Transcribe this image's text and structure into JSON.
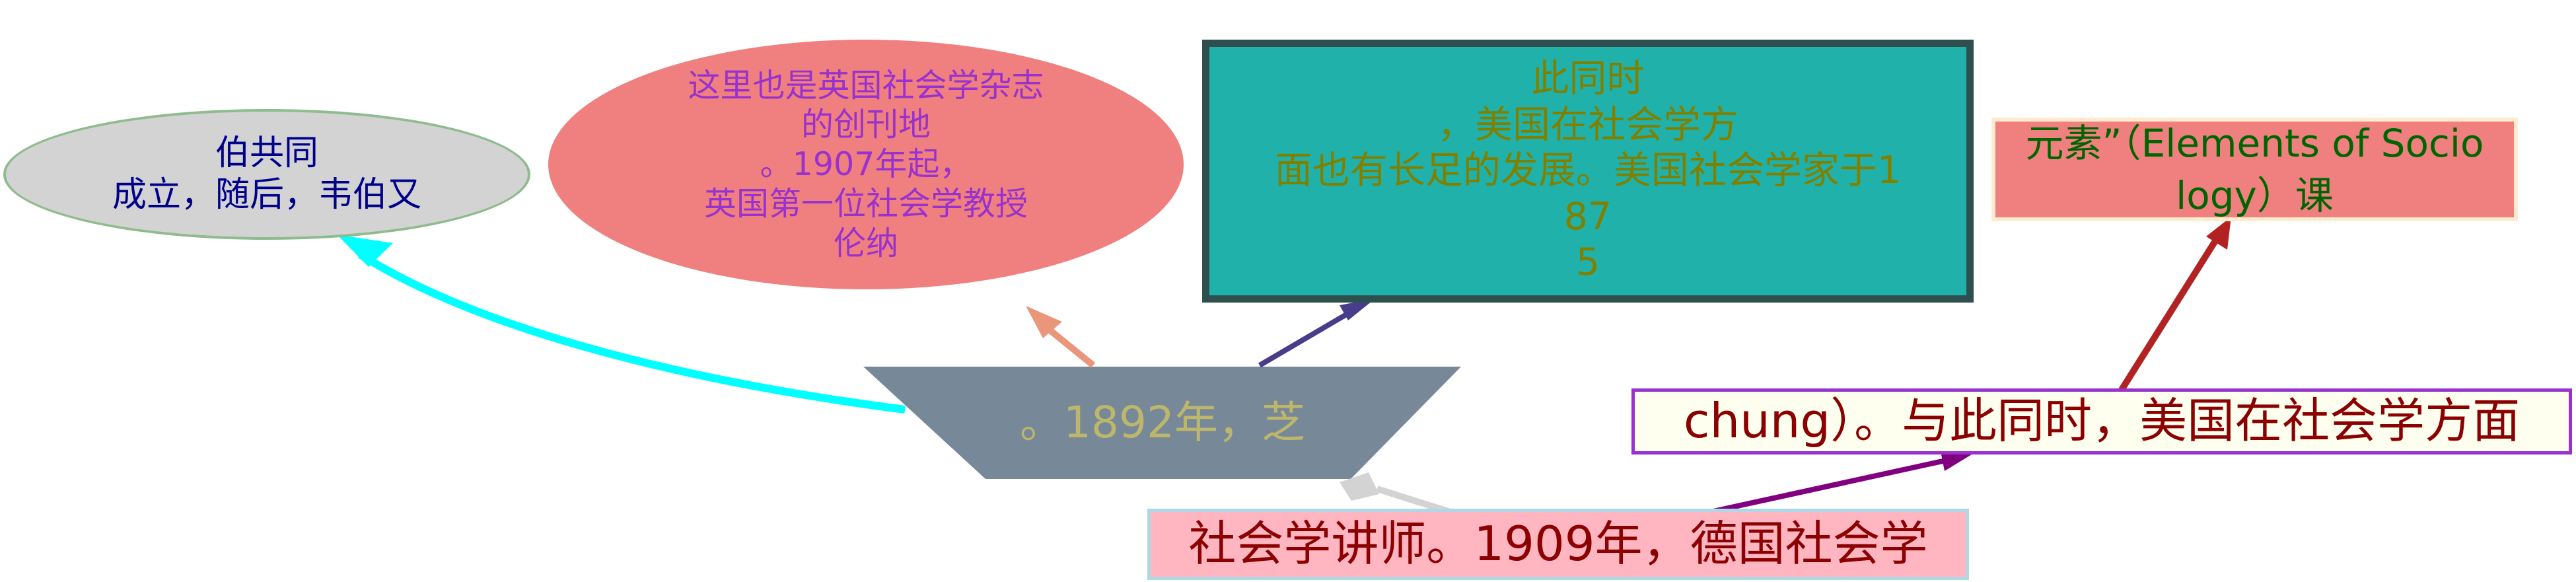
{
  "diagram": {
    "nodes": {
      "ellipse_grey": {
        "text": "伯共同\n成立，随后，韦伯又",
        "fill": "#d3d3d3",
        "stroke": "#8fbc8f",
        "text_color": "#00008b"
      },
      "ellipse_red": {
        "text": "这里也是英国社会学杂志\n的创刊地\n。1907年起，\n英国第一位社会学教授\n伦纳",
        "fill": "#f08080",
        "text_color": "#9932cc"
      },
      "teal_box": {
        "text": "此同时\n，美国在社会学方\n面也有长足的发展。美国社会学家于1\n87\n5",
        "fill": "#20b2aa",
        "stroke": "#2f4f4f",
        "text_color": "#808000"
      },
      "pink_box": {
        "text": "元素”（Elements of Socio\nlogy）课",
        "fill": "#f08080",
        "stroke": "#ffebcd",
        "text_color": "#006400"
      },
      "light_box": {
        "text": "chung）。与此同时，美国在社会学方面",
        "fill": "#fffff0",
        "stroke": "#9932cc",
        "text_color": "#8b0000"
      },
      "bottom_box": {
        "text": "社会学讲师。1909年，德国社会学",
        "fill": "#ffb6c1",
        "stroke": "#add8e6",
        "text_color": "#8b0000"
      },
      "trapezoid": {
        "text": "。1892年，芝",
        "fill": "#778899",
        "text_color": "#bdb76b"
      }
    },
    "edges": [
      {
        "from": "trapezoid",
        "to": "ellipse_grey",
        "color": "#00ffff"
      },
      {
        "from": "trapezoid",
        "to": "ellipse_red",
        "color": "#e9967a"
      },
      {
        "from": "trapezoid",
        "to": "teal_box",
        "color": "#483d8b"
      },
      {
        "from": "bottom_box",
        "to": "trapezoid",
        "color": "#d3d3d3"
      },
      {
        "from": "bottom_box",
        "to": "light_box",
        "color": "#800080"
      },
      {
        "from": "light_box",
        "to": "pink_box",
        "color": "#b22222"
      }
    ]
  }
}
